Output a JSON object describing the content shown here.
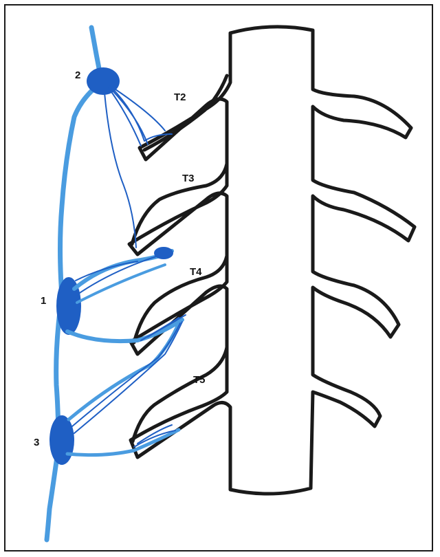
{
  "ganglia": [
    {
      "id": "g2",
      "label": "2"
    },
    {
      "id": "g1",
      "label": "1"
    },
    {
      "id": "g3",
      "label": "3"
    }
  ],
  "rib_labels": [
    {
      "id": "t2",
      "label": "T2"
    },
    {
      "id": "t3",
      "label": "T3"
    },
    {
      "id": "t4",
      "label": "T4"
    },
    {
      "id": "t5",
      "label": "T5"
    }
  ],
  "colors": {
    "outline": "#1a1a1a",
    "nerve_dark": "#1f5fc4",
    "nerve_light": "#4a9ce0",
    "background": "#ffffff"
  }
}
